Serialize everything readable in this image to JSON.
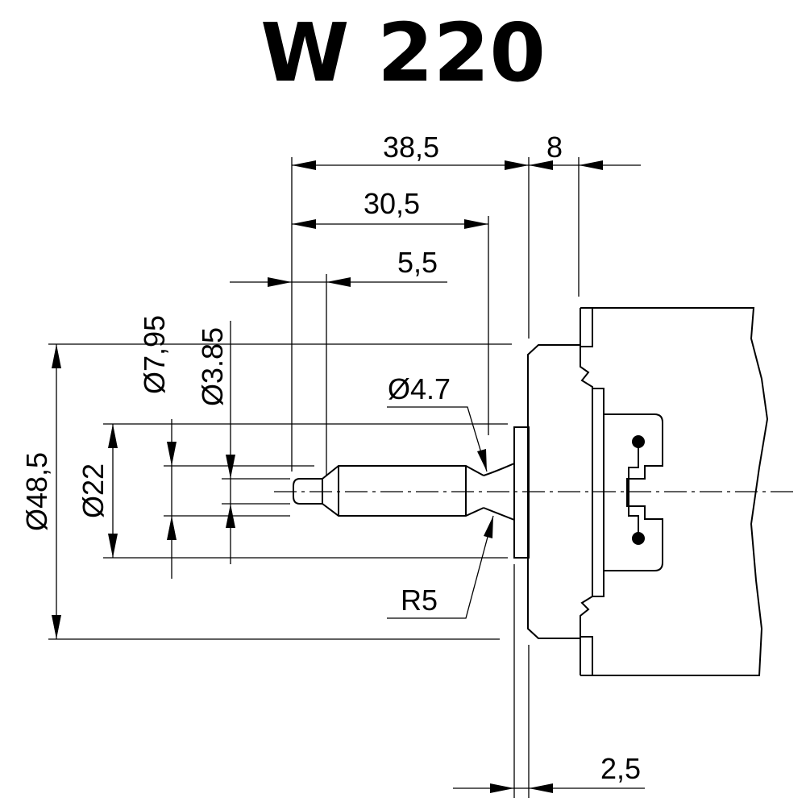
{
  "title": "W 220",
  "dimensions": {
    "len_38_5": "38,5",
    "len_8": "8",
    "len_30_5": "30,5",
    "len_5_5": "5,5",
    "dia_7_95": "Ø7,95",
    "dia_3_85": "Ø3.85",
    "dia_4_7": "Ø4.7",
    "dia_48_5": "Ø48,5",
    "dia_22": "Ø22",
    "rad_5": "R5",
    "len_2_5": "2,5"
  }
}
